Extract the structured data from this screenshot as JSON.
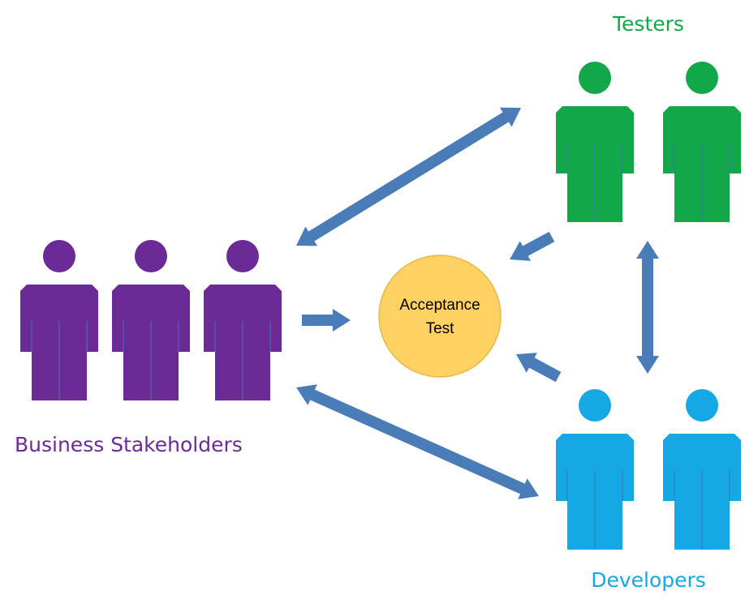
{
  "groups": {
    "testers": {
      "label": "Testers",
      "color": "#12a849",
      "count": 2
    },
    "stakeholders": {
      "label": "Business Stakeholders",
      "color": "#6b2a96",
      "count": 3
    },
    "developers": {
      "label": "Developers",
      "color": "#14a8e4",
      "count": 2
    }
  },
  "center": {
    "line1": "Acceptance",
    "line2": "Test",
    "fill": "#fdd162",
    "stroke": "#e8b84a"
  },
  "arrow_color": "#4a7db8",
  "person_stroke": "#3c77b0"
}
